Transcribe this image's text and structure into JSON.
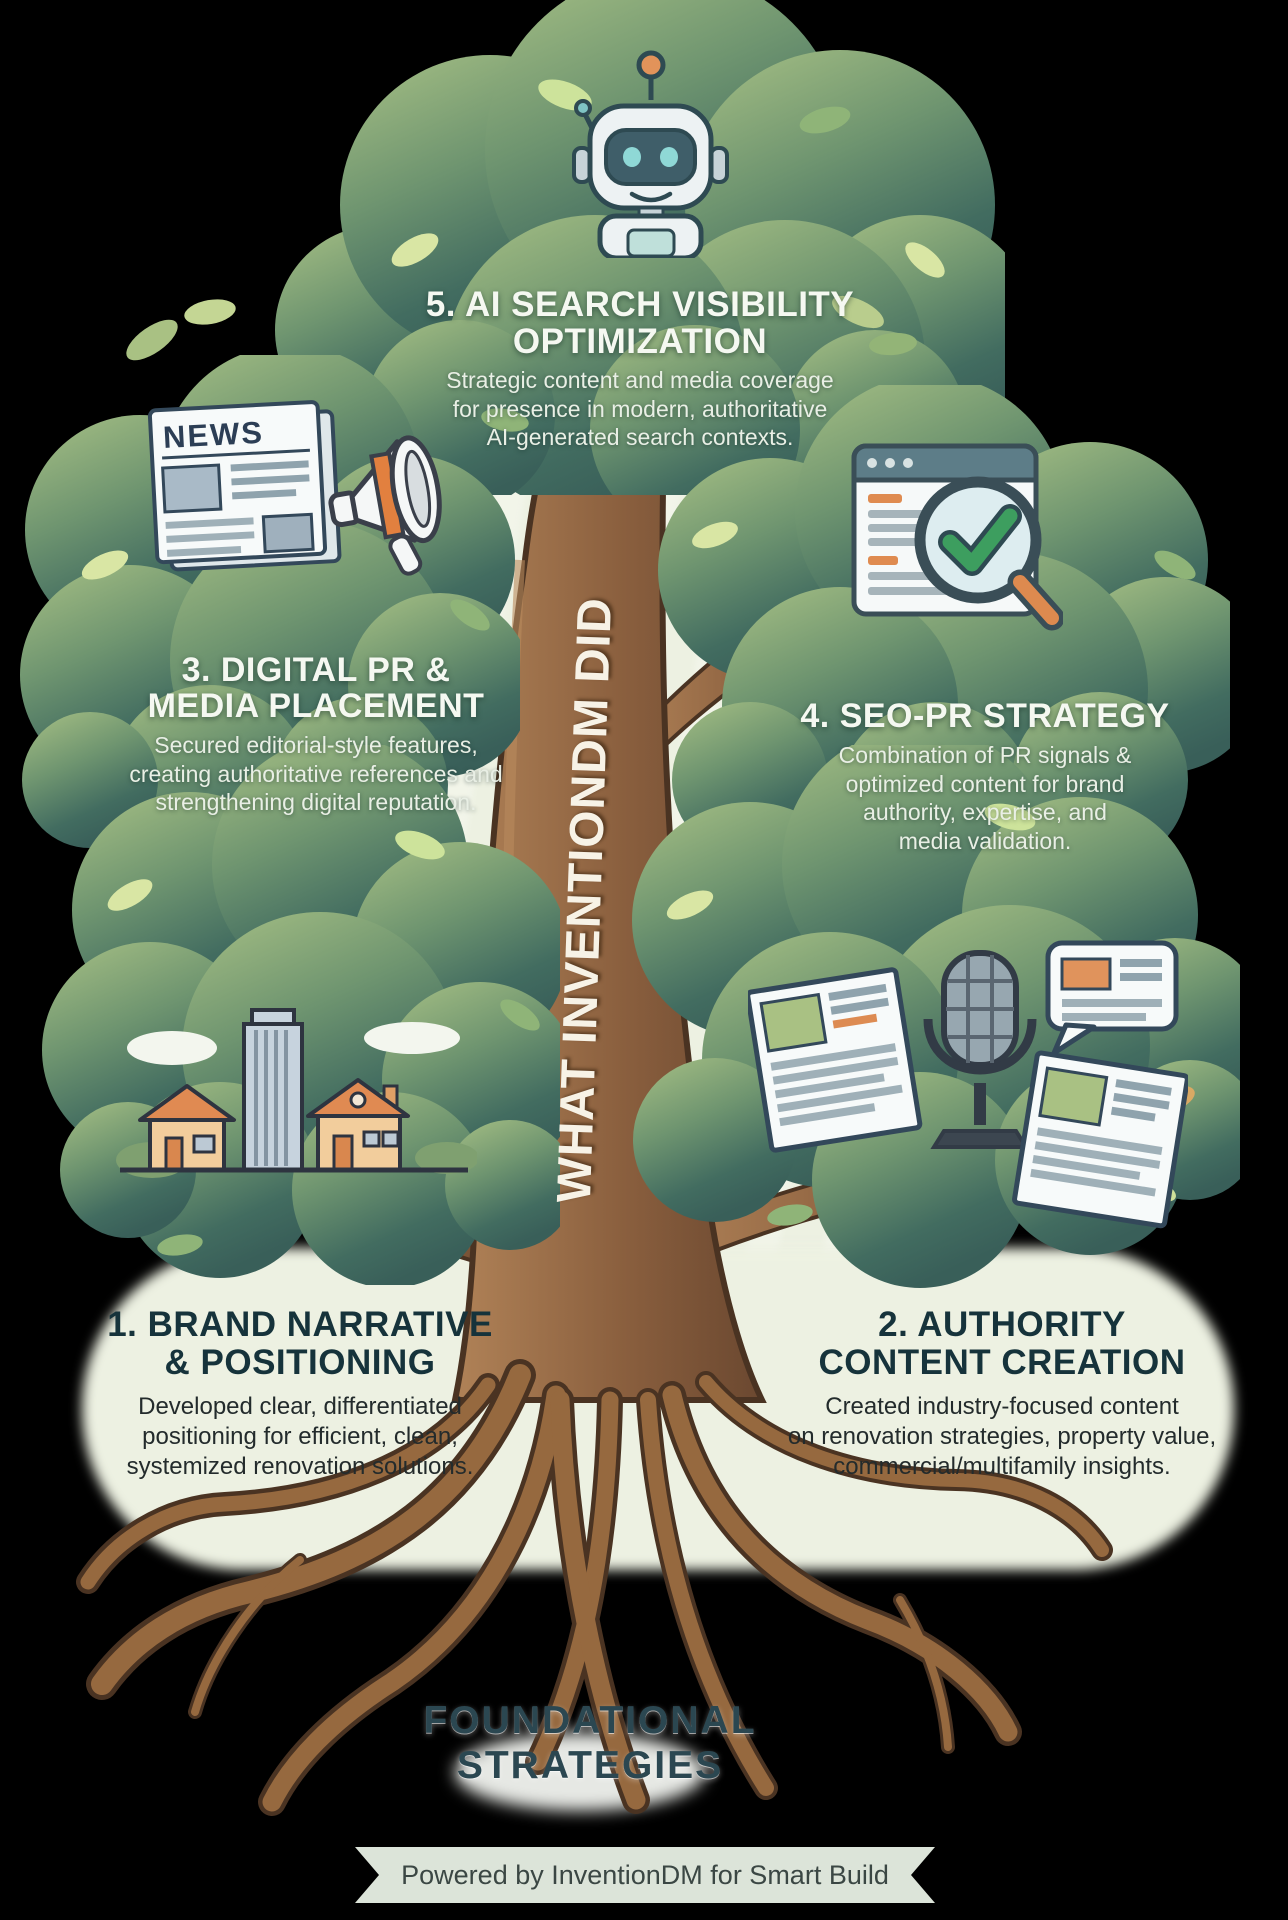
{
  "clusters": {
    "ai_search": {
      "title_lines": [
        "5. AI SEARCH VISIBILITY",
        "OPTIMIZATION"
      ],
      "desc_lines": [
        "Strategic content and media coverage",
        "for presence in modern, authoritative",
        "AI-generated search contexts."
      ]
    },
    "digital_pr": {
      "title_lines": [
        "3. DIGITAL PR &",
        "MEDIA PLACEMENT"
      ],
      "desc_lines": [
        "Secured editorial-style features,",
        "creating authoritative references and",
        "strengthening digital reputation."
      ]
    },
    "seo_pr": {
      "title_lines": [
        "4. SEO-PR STRATEGY"
      ],
      "desc_lines": [
        "Combination of PR signals &",
        "optimized content for brand",
        "authority, expertise, and",
        "media validation."
      ]
    },
    "brand_narrative": {
      "title_lines": [
        "1. BRAND NARRATIVE",
        "& POSITIONING"
      ],
      "desc_lines": [
        "Developed clear, differentiated",
        "positioning for efficient, clean,",
        "systemized renovation solutions."
      ]
    },
    "authority_content": {
      "title_lines": [
        "2. AUTHORITY",
        "CONTENT CREATION"
      ],
      "desc_lines": [
        "Created industry-focused content",
        "on renovation strategies, property value,",
        "commercial/multifamily insights."
      ]
    }
  },
  "trunk_label": "WHAT INVENTIONDM DID",
  "roots_label_lines": [
    "FOUNDATIONAL",
    "STRATEGIES"
  ],
  "news_label": "NEWS",
  "footer_text": "Powered by InventionDM for Smart Build",
  "colors": {
    "foliage_light": "#a6bf82",
    "foliage_dark": "#3a655c",
    "trunk_brown": "#8a5f3e",
    "accent_orange": "#e0823f",
    "heading_light": "#f5f8f1",
    "heading_dark": "#16333b",
    "backdrop": "#edf1e2",
    "ribbon": "#dce4d9"
  }
}
